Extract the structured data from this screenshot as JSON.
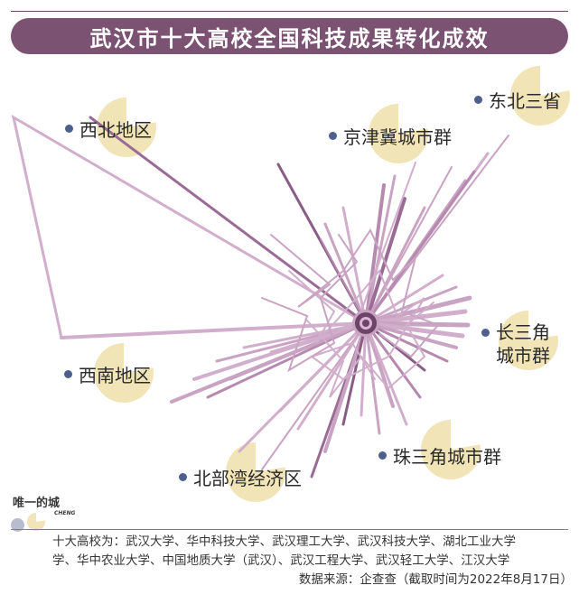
{
  "title": "武汉市十大高校全国科技成果转化成效",
  "regions": {
    "northwest": "西北地区",
    "jingjinji": "京津冀城市群",
    "northeast": "东北三省",
    "yangtze_delta_line1": "长三角",
    "yangtze_delta_line2": "城市群",
    "southwest": "西南地区",
    "pearl_delta": "珠三角城市群",
    "beibu_gulf": "北部湾经济区"
  },
  "colors": {
    "title_bg": "#7b5272",
    "network_line": "#c9a3c2",
    "network_line_dark": "#8a5d86",
    "hub": "#6b4468",
    "region_bubble": "#f1e4b7",
    "region_dot": "#4d5f8c"
  },
  "icons": [
    "region-dot-icon",
    "region-bubble-icon",
    "hub-icon"
  ],
  "brand": {
    "name": "唯一的城",
    "sub": "CHENG"
  },
  "footnote": {
    "line1": "十大高校为：武汉大学、华中科技大学、武汉理工大学、武汉科技大学、湖北工业大学",
    "line2": "学、华中农业大学、中国地质大学（武汉）、武汉工程大学、武汉轻工大学、江汉大学",
    "source": "数据来源：企查查（截取时间为2022年8月17日）"
  }
}
